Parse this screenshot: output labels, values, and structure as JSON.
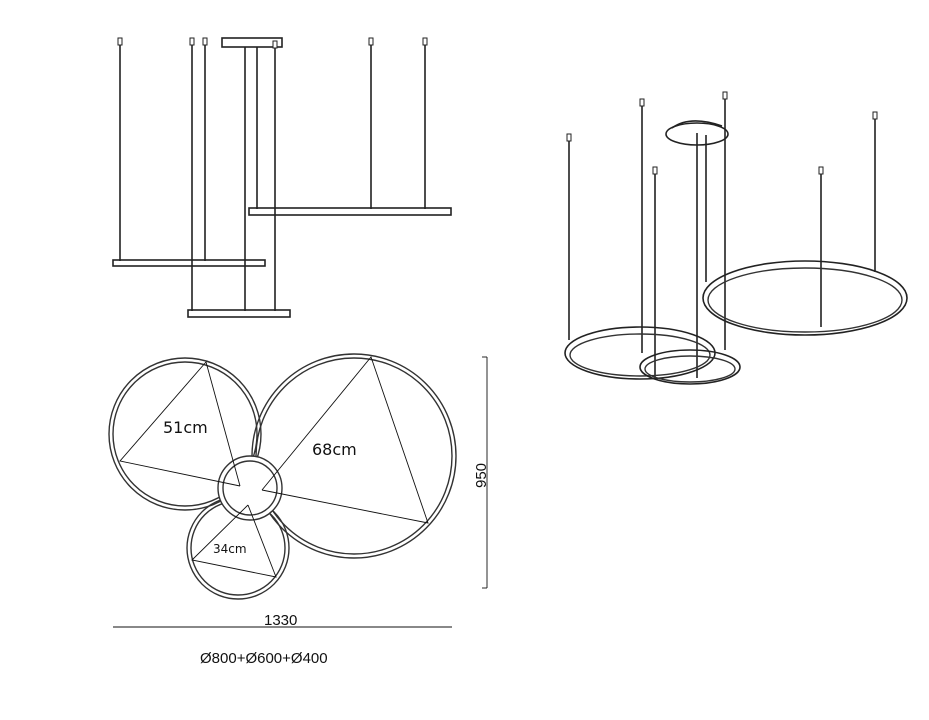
{
  "diagram": {
    "plan_view": {
      "labels": {
        "ring_medium": "51cm",
        "ring_large": "68cm",
        "ring_small": "34cm"
      },
      "dimensions": {
        "height": "950",
        "width": "1330"
      },
      "diameters": "Ø800+Ø600+Ø400"
    },
    "colors": {
      "line": "#222222",
      "background": "#ffffff"
    }
  }
}
